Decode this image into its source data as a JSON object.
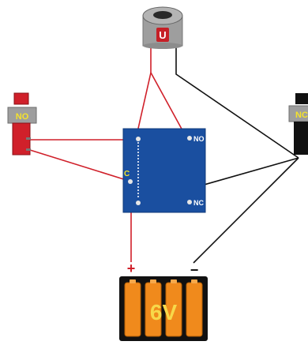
{
  "magnet": {
    "symbol": "U",
    "icon": "electromagnet-icon"
  },
  "switch_left": {
    "label": "NO",
    "cap_color": "#d0202a"
  },
  "switch_right": {
    "label": "NC",
    "cap_color": "#111111"
  },
  "relay": {
    "terminal_no": "NO",
    "terminal_c": "C",
    "terminal_nc": "NC",
    "board_color": "#1a4fa0"
  },
  "battery": {
    "label": "6V",
    "plus": "+",
    "minus": "−",
    "cell_color": "#f08a1c"
  },
  "colors": {
    "positive_wire": "#d0202a",
    "negative_wire": "#111111"
  }
}
